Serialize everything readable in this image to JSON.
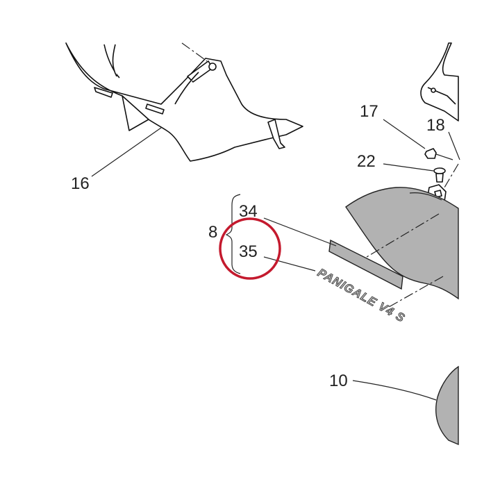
{
  "callouts": {
    "c16": "16",
    "c17": "17",
    "c18": "18",
    "c22": "22",
    "c8": "8",
    "c34": "34",
    "c35": "35",
    "c10": "10"
  },
  "decal_text": "PANIGALE V4 S",
  "colors": {
    "line": "#222222",
    "part_fill": "#b2b2b2",
    "highlight": "#c41a2e",
    "background": "#ffffff"
  }
}
